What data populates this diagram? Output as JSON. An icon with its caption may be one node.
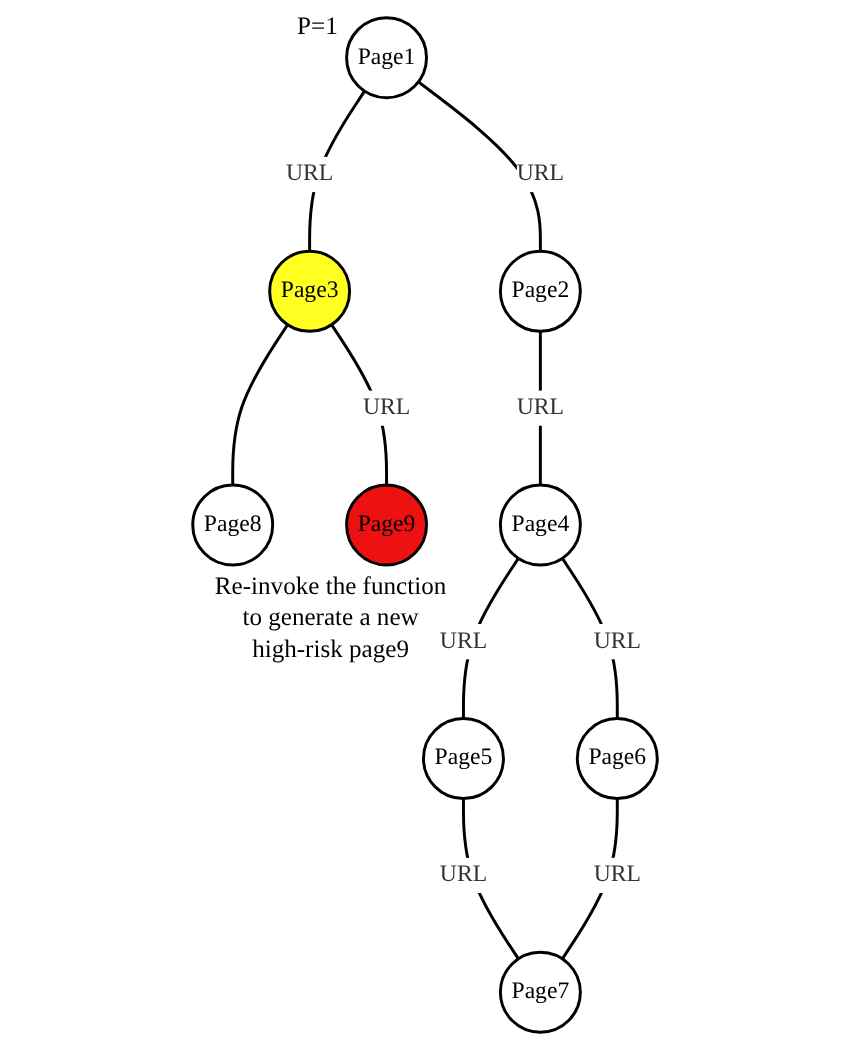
{
  "diagram": {
    "nodes": [
      {
        "text": [
          "Page1"
        ],
        "beside": [
          "P=1"
        ]
      },
      {
        "text": [
          "Page2"
        ]
      },
      {
        "text": [
          "Page3"
        ]
      },
      {
        "text": [
          "Page8"
        ]
      },
      {
        "text": [
          "Page9"
        ],
        "beside": [
          "Re-invoke the function to generate a new high-risk page9"
        ]
      },
      {
        "text": [
          "Page4"
        ]
      },
      {
        "text": [
          "Page5"
        ]
      },
      {
        "text": [
          "Page6"
        ]
      },
      {
        "text": [
          "Page7"
        ]
      }
    ],
    "edges": [
      {
        "from": 0,
        "to": 1,
        "arrow": "none",
        "label": "URL"
      },
      {
        "from": 0,
        "to": 2,
        "arrow": "none",
        "label": "URL"
      },
      {
        "from": 1,
        "to": 5,
        "arrow": "none",
        "label": "URL"
      },
      {
        "from": 2,
        "to": 3,
        "arrow": "none"
      },
      {
        "from": 2,
        "to": 4,
        "arrow": "none",
        "label": "URL"
      },
      {
        "from": 5,
        "to": 6,
        "arrow": "none",
        "label": "URL"
      },
      {
        "from": 5,
        "to": 7,
        "arrow": "none",
        "label": "URL"
      },
      {
        "from": 6,
        "to": 8,
        "arrow": "none",
        "label": "URL"
      },
      {
        "from": 7,
        "to": 8,
        "arrow": "none",
        "label": "URL"
      }
    ]
  }
}
